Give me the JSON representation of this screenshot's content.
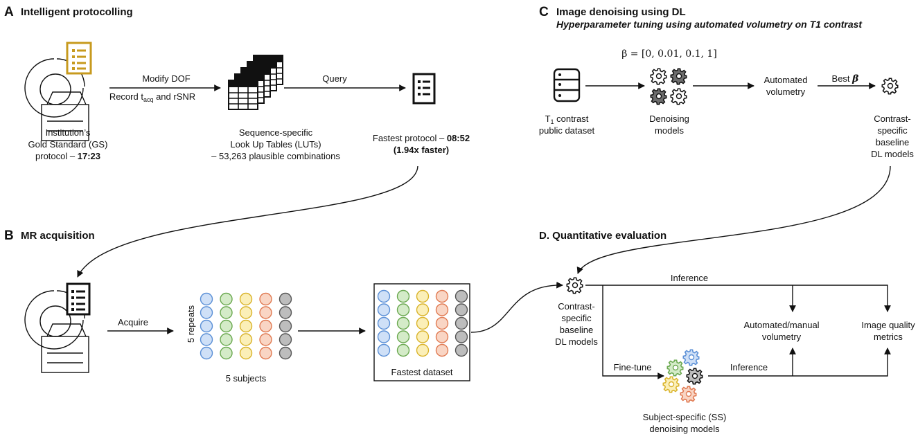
{
  "colors": {
    "ink": "#111111",
    "gold": "#c79a1e",
    "circle_blue": "#5a8fd6",
    "circle_green": "#6aa84f",
    "circle_yellow": "#d9b32a",
    "circle_orange": "#e07a52",
    "circle_gray": "#555555",
    "fill_blue": "#cfe0f7",
    "fill_green": "#d4ebc8",
    "fill_yellow": "#fbefb8",
    "fill_orange": "#f9d5c4",
    "fill_gray": "#bdbdbd",
    "gear_dark": "#6e6e6e"
  },
  "icons": [
    "mri-scanner-icon",
    "protocol-sheet-icon",
    "lookup-table-stack-icon",
    "database-icon",
    "gear-icon",
    "gear-cluster-icon"
  ],
  "panel_a": {
    "letter": "A",
    "title": "Intelligent protocolling",
    "arrow1_top": "Modify DOF",
    "arrow1_bottom_prefix": "Record t",
    "arrow1_bottom_sub": "acq",
    "arrow1_bottom_suffix": " and rSNR",
    "arrow2_label": "Query",
    "gs_line1": "Institution’s",
    "gs_line2": "Gold Standard (GS)",
    "gs_line3": "protocol –",
    "gs_time": "17:23",
    "lut_line1": "Sequence-specific",
    "lut_line2": "Look Up Tables (LUTs)",
    "lut_line3": "– 53,263 plausible combinations",
    "fastest_line1": "Fastest protocol –",
    "fastest_time": "08:52",
    "fastest_line2": "(1.94x faster)"
  },
  "panel_b": {
    "letter": "B",
    "title": "MR acquisition",
    "acquire_label": "Acquire",
    "repeats_label": "5 repeats",
    "subjects_label": "5 subjects",
    "dataset_label": "Fastest dataset"
  },
  "panel_c": {
    "letter": "C",
    "title": "Image denoising using DL",
    "subtitle": "Hyperparameter tuning using automated volumetry on T1 contrast",
    "beta_values": "β = [0, 0.01, 0.1, 1]",
    "dataset_line1_prefix": "T",
    "dataset_line1_sub": "1",
    "dataset_line1_suffix": " contrast",
    "dataset_line2": "public dataset",
    "models_line1": "Denoising",
    "models_line2": "models",
    "volumetry_line1": "Automated",
    "volumetry_line2": "volumetry",
    "best_label": "Best",
    "best_symbol": "β",
    "baseline_line1": "Contrast-",
    "baseline_line2": "specific",
    "baseline_line3": "baseline",
    "baseline_line4": "DL models"
  },
  "panel_d": {
    "title": "D. Quantitative evaluation",
    "inference_top": "Inference",
    "inference_bottom": "Inference",
    "finetune_label": "Fine-tune",
    "baseline_line1": "Contrast-",
    "baseline_line2": "specific",
    "baseline_line3": "baseline",
    "baseline_line4": "DL models",
    "volumetry_line1": "Automated/manual",
    "volumetry_line2": "volumetry",
    "metrics_line1": "Image quality",
    "metrics_line2": "metrics",
    "ss_line1": "Subject-specific (SS)",
    "ss_line2": "denoising models"
  }
}
